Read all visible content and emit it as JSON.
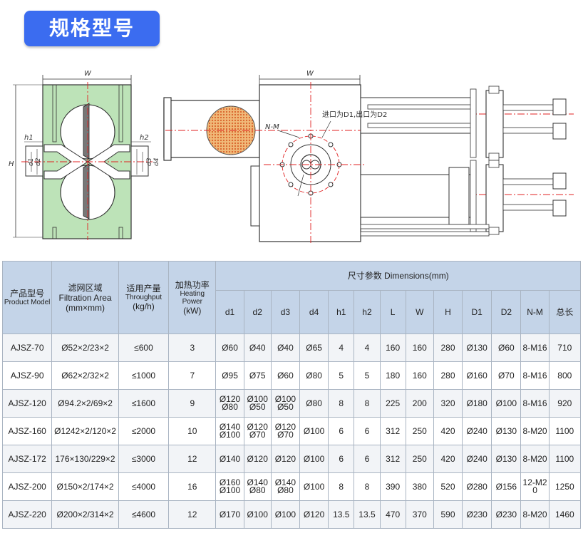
{
  "title": "规格型号",
  "drawing": {
    "left_labels": {
      "w": "W",
      "h_total": "H",
      "h1": "h1",
      "h2": "h2",
      "d1": "d1",
      "d2": "d2",
      "d3": "d3",
      "d4": "d4"
    },
    "right_labels": {
      "w": "W",
      "nm": "N-M",
      "inlet": "进口为D1,出口为D2"
    }
  },
  "table": {
    "headers": {
      "model_cn": "产品型号",
      "model_en": "Product Model",
      "area_cn": "滤网区域",
      "area_en": "Filtration Area",
      "area_unit": "(mm×mm)",
      "throughput_cn": "适用产量",
      "throughput_en": "Throughput",
      "throughput_unit": "(kg/h)",
      "heating_cn": "加热功率",
      "heating_en1": "Heating",
      "heating_en2": "Power",
      "heating_unit": "(kW)",
      "dimensions": "尺寸参数 Dimensions(mm)",
      "dims": [
        "d1",
        "d2",
        "d3",
        "d4",
        "h1",
        "h2",
        "L",
        "W",
        "H",
        "D1",
        "D2",
        "N-M",
        "总长"
      ]
    },
    "rows": [
      {
        "model": "AJSZ-70",
        "area": "Ø52×2/23×2",
        "throughput": "≤600",
        "heating": "3",
        "d1": [
          "Ø60"
        ],
        "d2": [
          "Ø40"
        ],
        "d3": [
          "Ø40"
        ],
        "d4": "Ø65",
        "h1": "4",
        "h2": "4",
        "L": "160",
        "W": "160",
        "H": "280",
        "D1": "Ø130",
        "D2": "Ø60",
        "NM": [
          "8-M16"
        ],
        "total": "710"
      },
      {
        "model": "AJSZ-90",
        "area": "Ø62×2/32×2",
        "throughput": "≤1000",
        "heating": "7",
        "d1": [
          "Ø95"
        ],
        "d2": [
          "Ø75"
        ],
        "d3": [
          "Ø60"
        ],
        "d4": "Ø80",
        "h1": "5",
        "h2": "5",
        "L": "180",
        "W": "160",
        "H": "280",
        "D1": "Ø160",
        "D2": "Ø70",
        "NM": [
          "8-M16"
        ],
        "total": "800"
      },
      {
        "model": "AJSZ-120",
        "area": "Ø94.2×2/69×2",
        "throughput": "≤1600",
        "heating": "9",
        "d1": [
          "Ø120",
          "Ø80"
        ],
        "d2": [
          "Ø100",
          "Ø50"
        ],
        "d3": [
          "Ø100",
          "Ø50"
        ],
        "d4": "Ø80",
        "h1": "8",
        "h2": "8",
        "L": "225",
        "W": "200",
        "H": "320",
        "D1": "Ø180",
        "D2": "Ø100",
        "NM": [
          "8-M16"
        ],
        "total": "920"
      },
      {
        "model": "AJSZ-160",
        "area": "Ø1242×2/120×2",
        "throughput": "≤2000",
        "heating": "10",
        "d1": [
          "Ø140",
          "Ø100"
        ],
        "d2": [
          "Ø120",
          "Ø70"
        ],
        "d3": [
          "Ø120",
          "Ø70"
        ],
        "d4": "Ø100",
        "h1": "6",
        "h2": "6",
        "L": "312",
        "W": "250",
        "H": "420",
        "D1": "Ø240",
        "D2": "Ø130",
        "NM": [
          "8-M20"
        ],
        "total": "1100"
      },
      {
        "model": "AJSZ-172",
        "area": "176×130/229×2",
        "throughput": "≤3000",
        "heating": "12",
        "d1": [
          "Ø140"
        ],
        "d2": [
          "Ø120"
        ],
        "d3": [
          "Ø120"
        ],
        "d4": "Ø100",
        "h1": "6",
        "h2": "6",
        "L": "312",
        "W": "250",
        "H": "420",
        "D1": "Ø240",
        "D2": "Ø130",
        "NM": [
          "8-M20"
        ],
        "total": "1100"
      },
      {
        "model": "AJSZ-200",
        "area": "Ø150×2/174×2",
        "throughput": "≤4000",
        "heating": "16",
        "d1": [
          "Ø160",
          "Ø100"
        ],
        "d2": [
          "Ø140",
          "Ø80"
        ],
        "d3": [
          "Ø140",
          "Ø80"
        ],
        "d4": "Ø100",
        "h1": "8",
        "h2": "8",
        "L": "390",
        "W": "380",
        "H": "520",
        "D1": "Ø280",
        "D2": "Ø156",
        "NM": [
          "12-M2",
          "0"
        ],
        "total": "1250"
      },
      {
        "model": "AJSZ-220",
        "area": "Ø200×2/314×2",
        "throughput": "≤4600",
        "heating": "12",
        "d1": [
          "Ø170"
        ],
        "d2": [
          "Ø100"
        ],
        "d3": [
          "Ø100"
        ],
        "d4": "Ø120",
        "h1": "13.5",
        "h2": "13.5",
        "L": "470",
        "W": "370",
        "H": "590",
        "D1": "Ø230",
        "D2": "Ø230",
        "NM": [
          "8-M20"
        ],
        "total": "1460"
      }
    ]
  }
}
